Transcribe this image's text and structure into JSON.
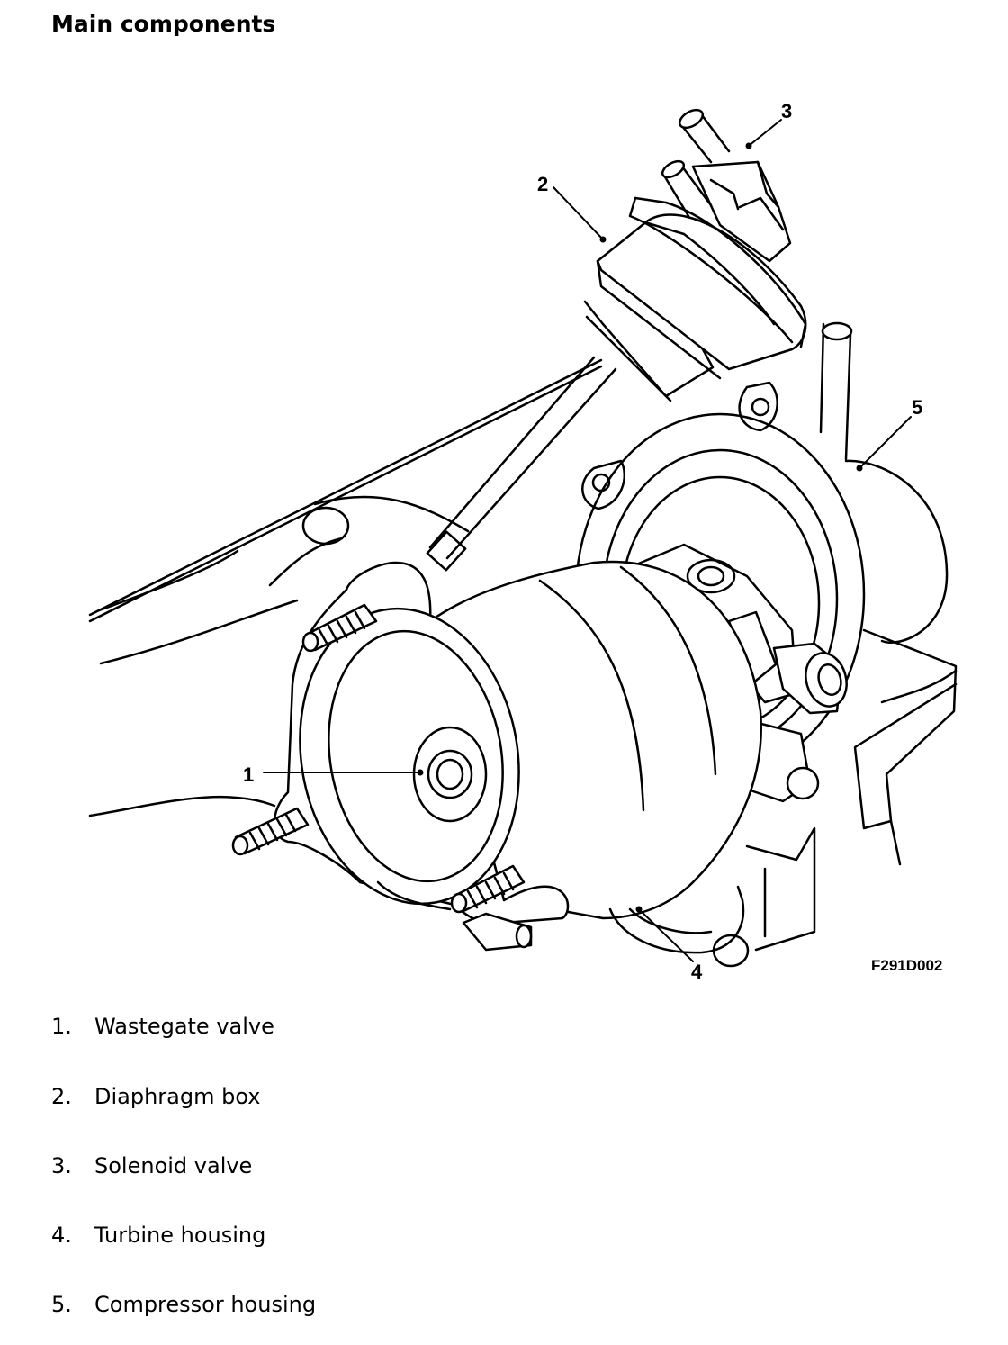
{
  "title": "Main components",
  "figure_id": "F291D002",
  "callouts": [
    "1",
    "2",
    "3",
    "4",
    "5"
  ],
  "legend": [
    {
      "number": "1.",
      "label": "Wastegate valve"
    },
    {
      "number": "2.",
      "label": "Diaphragm box"
    },
    {
      "number": "3.",
      "label": "Solenoid valve"
    },
    {
      "number": "4.",
      "label": "Turbine housing"
    },
    {
      "number": "5.",
      "label": "Compressor housing"
    }
  ]
}
